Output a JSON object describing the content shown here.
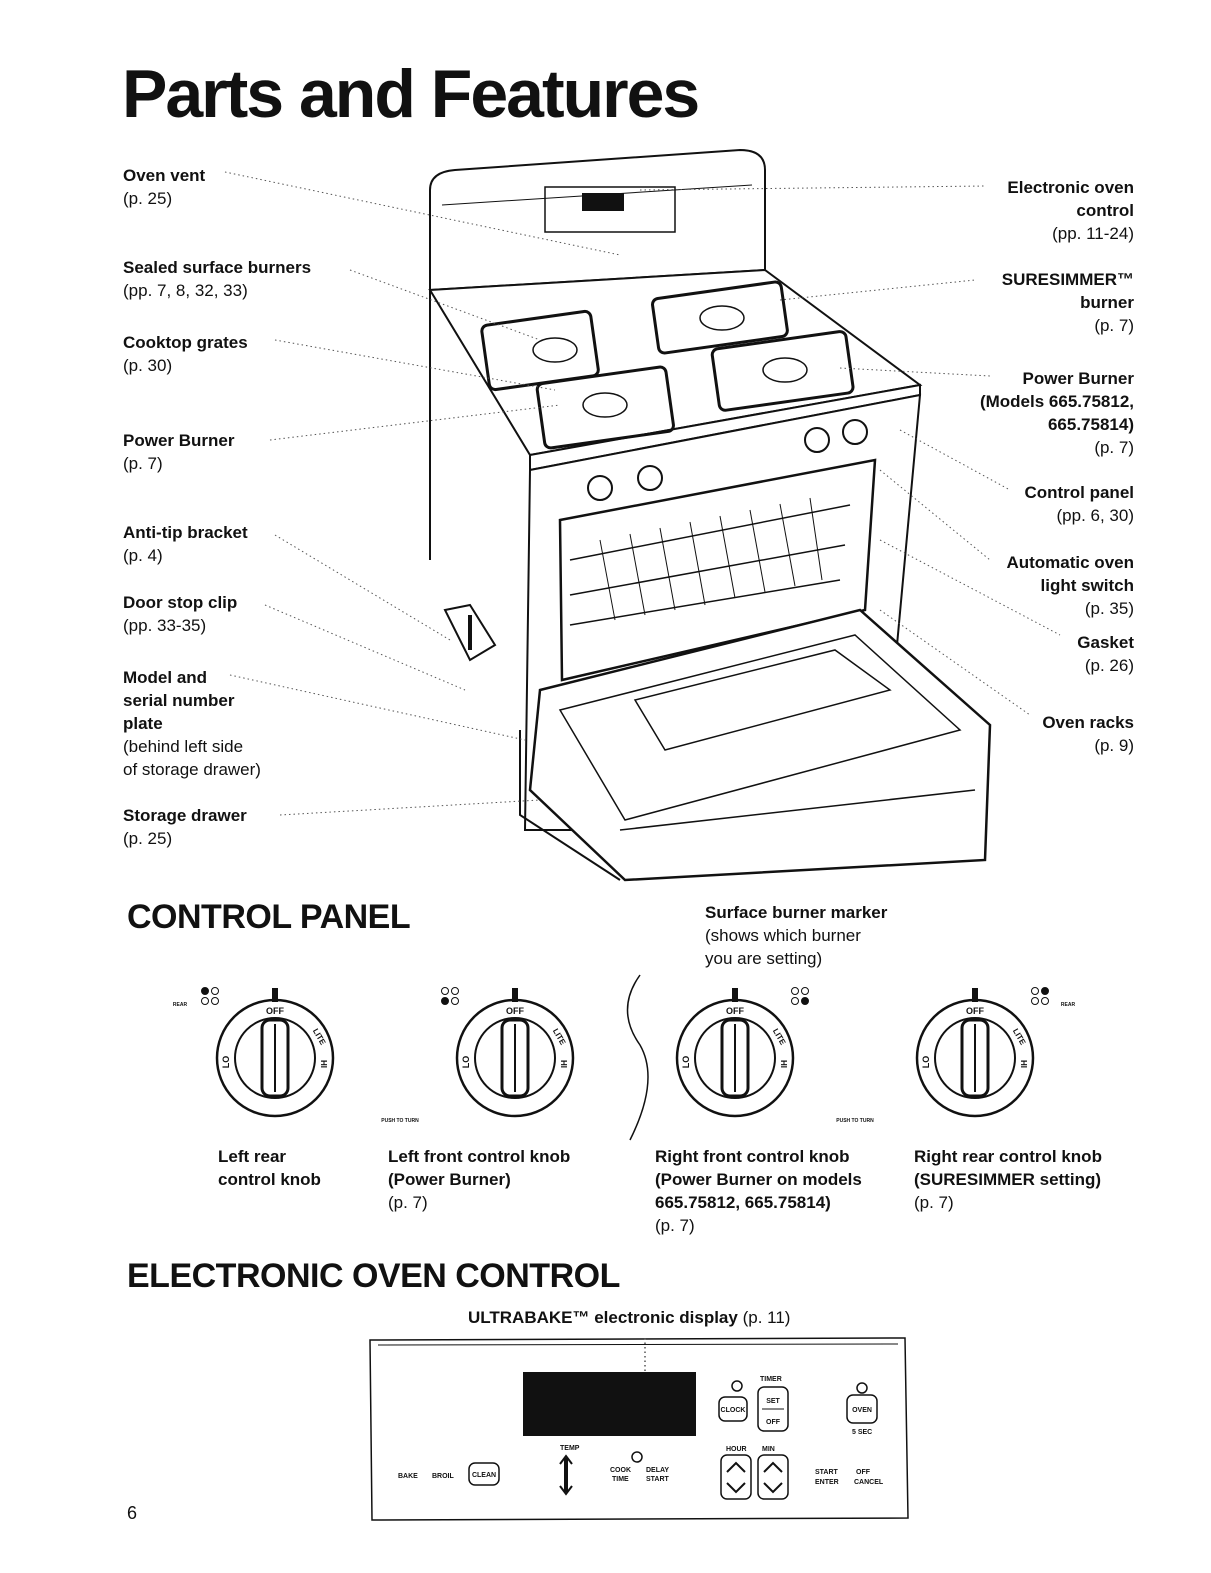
{
  "page_title": "Parts and Features",
  "page_number": "6",
  "left_labels": [
    {
      "name": "Oven vent",
      "ref": "(p. 25)"
    },
    {
      "name": "Sealed surface burners",
      "ref": "(pp. 7, 8, 32, 33)"
    },
    {
      "name": "Cooktop grates",
      "ref": "(p. 30)"
    },
    {
      "name": "Power Burner",
      "ref": "(p. 7)"
    },
    {
      "name": "Anti-tip bracket",
      "ref": "(p. 4)"
    },
    {
      "name": "Door stop clip",
      "ref": "(pp. 33-35)"
    },
    {
      "name_lines": [
        "Model and",
        "serial number",
        "plate"
      ],
      "ref_lines": [
        "(behind left side",
        "of storage drawer)"
      ]
    },
    {
      "name": "Storage drawer",
      "ref": "(p. 25)"
    }
  ],
  "right_labels": [
    {
      "name_lines": [
        "Electronic oven",
        "control"
      ],
      "ref": "(pp. 11-24)"
    },
    {
      "name_lines": [
        "SURESIMMER™",
        "burner"
      ],
      "ref": "(p. 7)"
    },
    {
      "name_lines": [
        "Power Burner",
        "(Models 665.75812,",
        "665.75814)"
      ],
      "ref": "(p. 7)"
    },
    {
      "name_lines": [
        "Control panel"
      ],
      "ref": "(pp. 6, 30)"
    },
    {
      "name_lines": [
        "Automatic oven",
        "light switch"
      ],
      "ref": "(p. 35)"
    },
    {
      "name_lines": [
        "Gasket"
      ],
      "ref": "(p. 26)"
    },
    {
      "name_lines": [
        "Oven racks"
      ],
      "ref": "(p. 9)"
    }
  ],
  "control_panel": {
    "heading": "CONTROL PANEL",
    "marker_label": "Surface burner marker",
    "marker_desc": [
      "(shows which burner",
      "you are setting)"
    ],
    "knob_text": {
      "off": "OFF",
      "lo": "LO",
      "lite": "LITE",
      "hi": "HI",
      "push": "PUSH TO TURN",
      "rear": "REAR"
    },
    "knobs": [
      {
        "lines": [
          "Left rear",
          "control knob"
        ],
        "ref": ""
      },
      {
        "lines": [
          "Left front control knob",
          "(Power Burner)"
        ],
        "ref": "(p. 7)"
      },
      {
        "lines": [
          "Right front control knob",
          "(Power Burner on models",
          "665.75812, 665.75814)"
        ],
        "ref": "(p. 7)"
      },
      {
        "lines": [
          "Right rear control knob",
          "(SURESIMMER setting)"
        ],
        "ref": "(p. 7)"
      }
    ]
  },
  "electronic_control": {
    "heading": "ELECTRONIC OVEN CONTROL",
    "display_label": "ULTRABAKE™ electronic display",
    "display_ref": "(p. 11)",
    "keys": {
      "bake": "BAKE",
      "broil": "BROIL",
      "clean": "CLEAN",
      "temp": "TEMP",
      "cook_time": [
        "COOK",
        "TIME"
      ],
      "delay_start": [
        "DELAY",
        "START"
      ],
      "clock": "CLOCK",
      "timer": "TIMER",
      "set": "SET",
      "off": "OFF",
      "hour": "HOUR",
      "min": "MIN",
      "oven": "OVEN",
      "sec": "5 SEC",
      "start": "START",
      "enter": "ENTER",
      "off_cancel": [
        "OFF",
        "CANCEL"
      ]
    }
  }
}
